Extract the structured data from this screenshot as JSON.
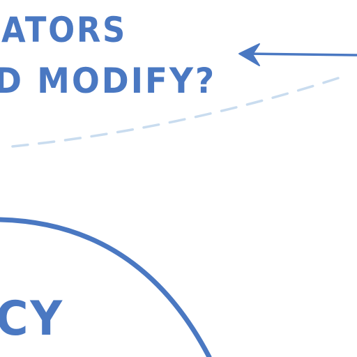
{
  "annotation": {
    "line1": "ATORS",
    "line2": "D MODIFY?"
  },
  "circle_label": "CY",
  "colors": {
    "ink": "#4a78c2",
    "dashed": "#c9dcef",
    "background": "#ffffff"
  }
}
